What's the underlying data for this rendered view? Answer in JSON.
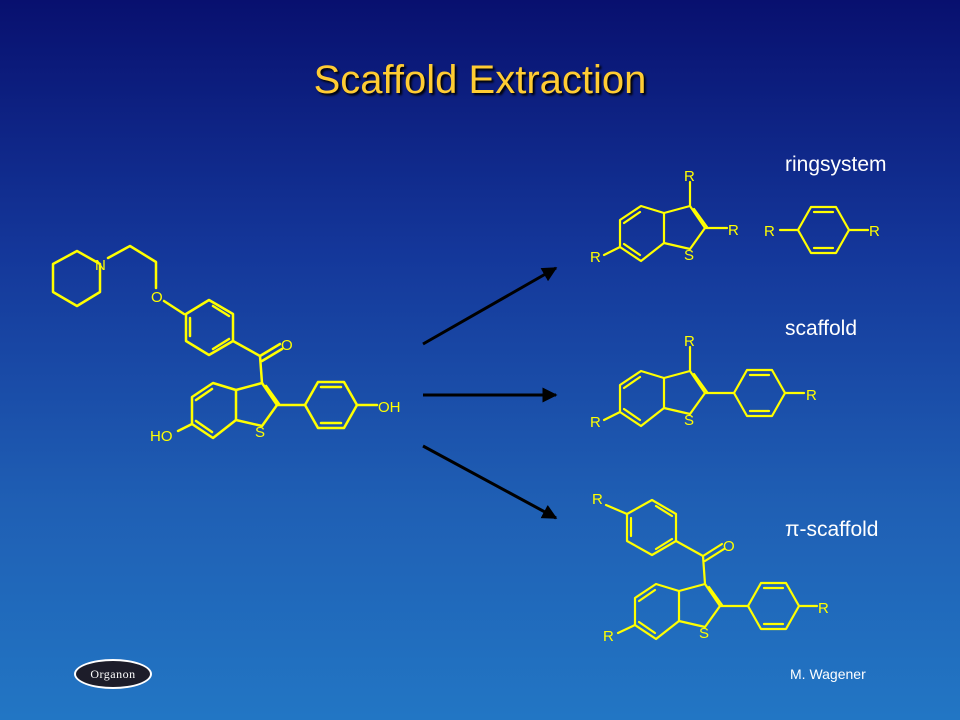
{
  "title": "Scaffold Extraction",
  "labels": {
    "ringsystem": "ringsystem",
    "scaffold": "scaffold",
    "pi_scaffold": "π-scaffold"
  },
  "author": "M. Wagener",
  "logo_text": "Organon",
  "atoms": {
    "nitrogen": "N",
    "oxygen": "O",
    "sulfur": "S",
    "hydroxyl": "OH",
    "hydroxyl_left": "HO",
    "r_group": "R"
  },
  "colors": {
    "bond": "#ffff00",
    "title": "#ffcc33",
    "text": "#ffffff",
    "arrow": "#000000"
  }
}
